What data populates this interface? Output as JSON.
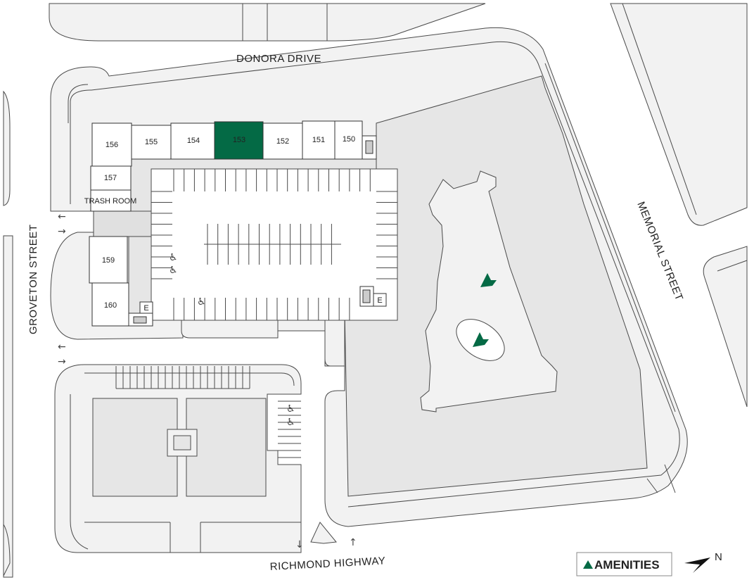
{
  "streets": {
    "north": "DONORA DRIVE",
    "east": "MEMORIAL STREET",
    "west": "GROVETON STREET",
    "south": "RICHMOND HIGHWAY"
  },
  "units": [
    {
      "id": "156",
      "label": "156"
    },
    {
      "id": "155",
      "label": "155"
    },
    {
      "id": "154",
      "label": "154"
    },
    {
      "id": "153",
      "label": "153",
      "highlighted": true
    },
    {
      "id": "152",
      "label": "152"
    },
    {
      "id": "151",
      "label": "151"
    },
    {
      "id": "150",
      "label": "150"
    },
    {
      "id": "157",
      "label": "157"
    },
    {
      "id": "trash",
      "label": "TRASH ROOM"
    },
    {
      "id": "159",
      "label": "159"
    },
    {
      "id": "160",
      "label": "160"
    }
  ],
  "elevators": [
    "E",
    "E"
  ],
  "legend": {
    "amenities_label": "AMENITIES",
    "north_label": "N"
  },
  "colors": {
    "highlight": "#046a45",
    "building": "#e6e6e6",
    "pavement": "#f2f2f2"
  }
}
